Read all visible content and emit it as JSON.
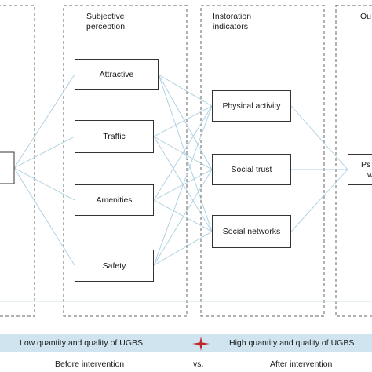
{
  "columns": {
    "perception_title": "Subjective\nperception",
    "restoration_title": "Instoration\nindicators",
    "outcome_title_fragment": "Ou"
  },
  "perception_nodes": [
    {
      "id": "attractive",
      "label": "Attractive"
    },
    {
      "id": "traffic",
      "label": "Traffic"
    },
    {
      "id": "amenities",
      "label": "Amenities"
    },
    {
      "id": "safety",
      "label": "Safety"
    }
  ],
  "restoration_nodes": [
    {
      "id": "physical-activity",
      "label": "Physical activity"
    },
    {
      "id": "social-trust",
      "label": "Social trust"
    },
    {
      "id": "social-networks",
      "label": "Social networks"
    }
  ],
  "outcome_node": {
    "label_line1": "Ps",
    "label_line2": "w"
  },
  "band": {
    "left_text": "Low quantity and quality of UGBS",
    "right_text": "High quantity and quality of UGBS",
    "center_icon": "four-point-star-icon",
    "colors": {
      "band": "#cfe4ee",
      "star": "#c0262c",
      "links": "#a9cde0"
    }
  },
  "bottom": {
    "left_text": "Before intervention",
    "center_text": "vs.",
    "right_text": "After intervention"
  }
}
